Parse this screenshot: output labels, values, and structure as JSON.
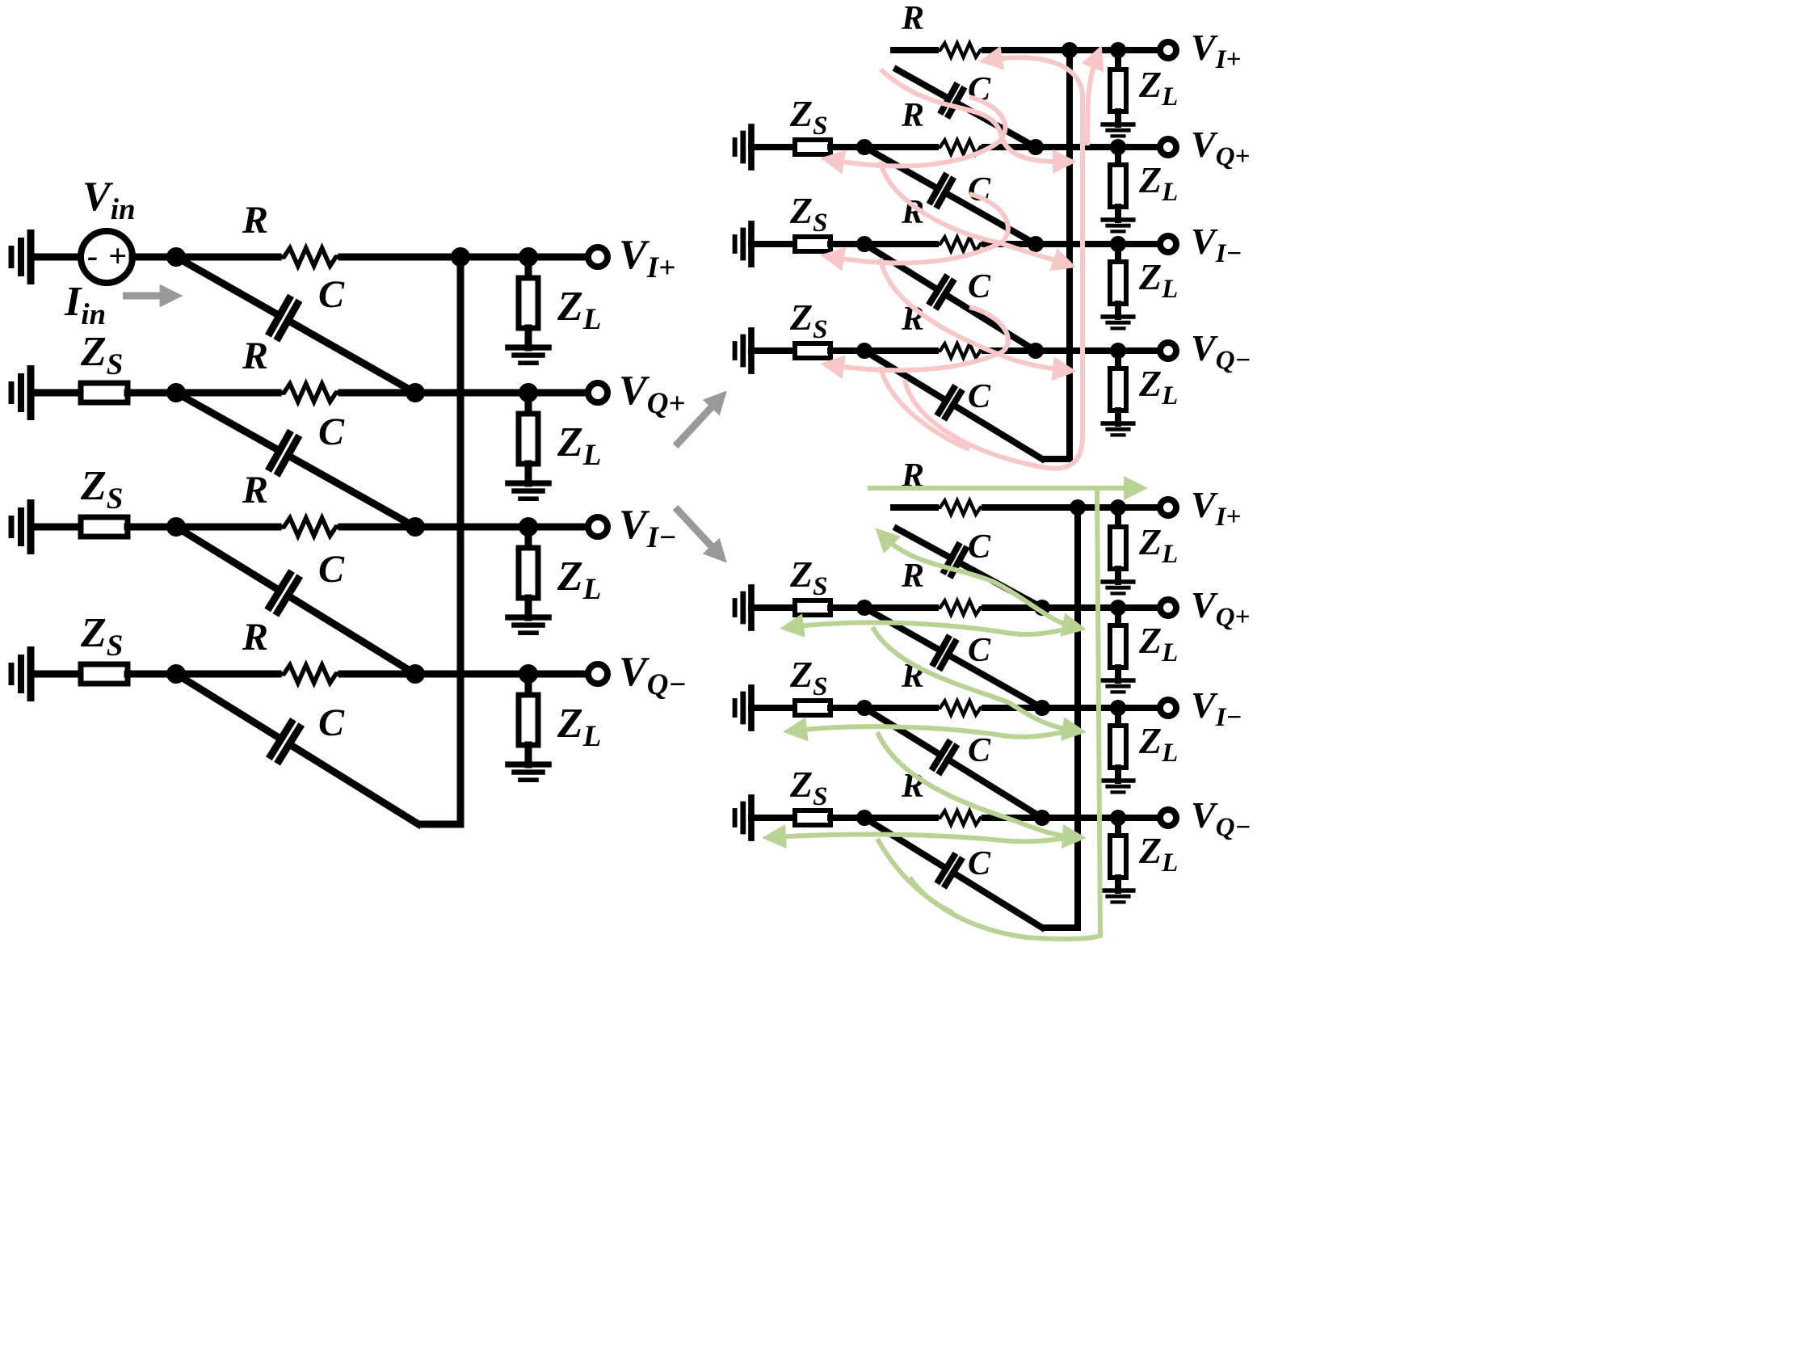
{
  "labels": {
    "resistor": "R",
    "capacitor": "C",
    "source_impedance": "Z",
    "source_impedance_sub": "S",
    "load_impedance": "Z",
    "load_impedance_sub": "L",
    "voltage": "V",
    "input_voltage_sub": "in",
    "input_current": "I",
    "input_current_sub": "in",
    "source_minus": "-",
    "source_plus": "+",
    "outputs": [
      {
        "sub": "I+"
      },
      {
        "sub": "Q+"
      },
      {
        "sub": "I−"
      },
      {
        "sub": "Q−"
      }
    ]
  },
  "colors": {
    "wire": "#000000",
    "arrow": "#999999",
    "current_label": "#a6a6a6",
    "path_upper": "#f8c8c8",
    "path_lower": "#b9d395"
  }
}
